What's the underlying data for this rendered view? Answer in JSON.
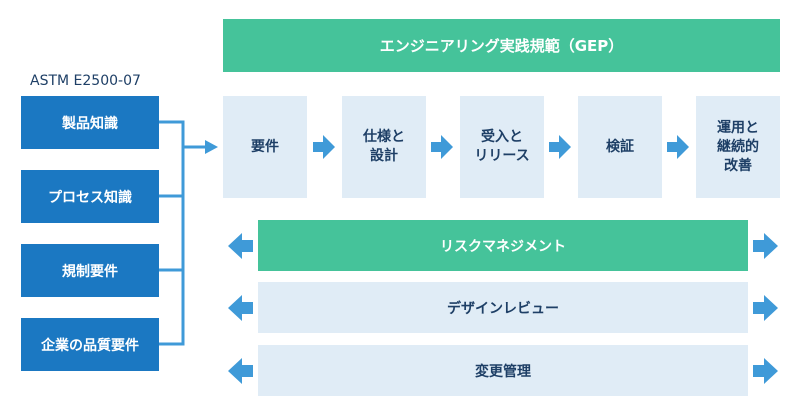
{
  "header": {
    "gep_title": "エンジニアリング実践規範（GEP）"
  },
  "knowledge": {
    "title": "ASTM E2500-07",
    "items": [
      "製品知識",
      "プロセス知識",
      "規制要件",
      "企業の品質要件"
    ]
  },
  "process_steps": [
    "要件",
    "仕様と\n設計",
    "受入と\nリリース",
    "検証",
    "運用と\n継続的\n改善"
  ],
  "support_bars": {
    "risk": "リスクマネジメント",
    "design_review": "デザインレビュー",
    "change_mgmt": "変更管理"
  },
  "colors": {
    "green": "#45c39a",
    "blue": "#1b78c2",
    "light_blue": "#e0ecf6",
    "arrow_blue": "#3f9ad8",
    "text_dark": "#1e3f66"
  }
}
